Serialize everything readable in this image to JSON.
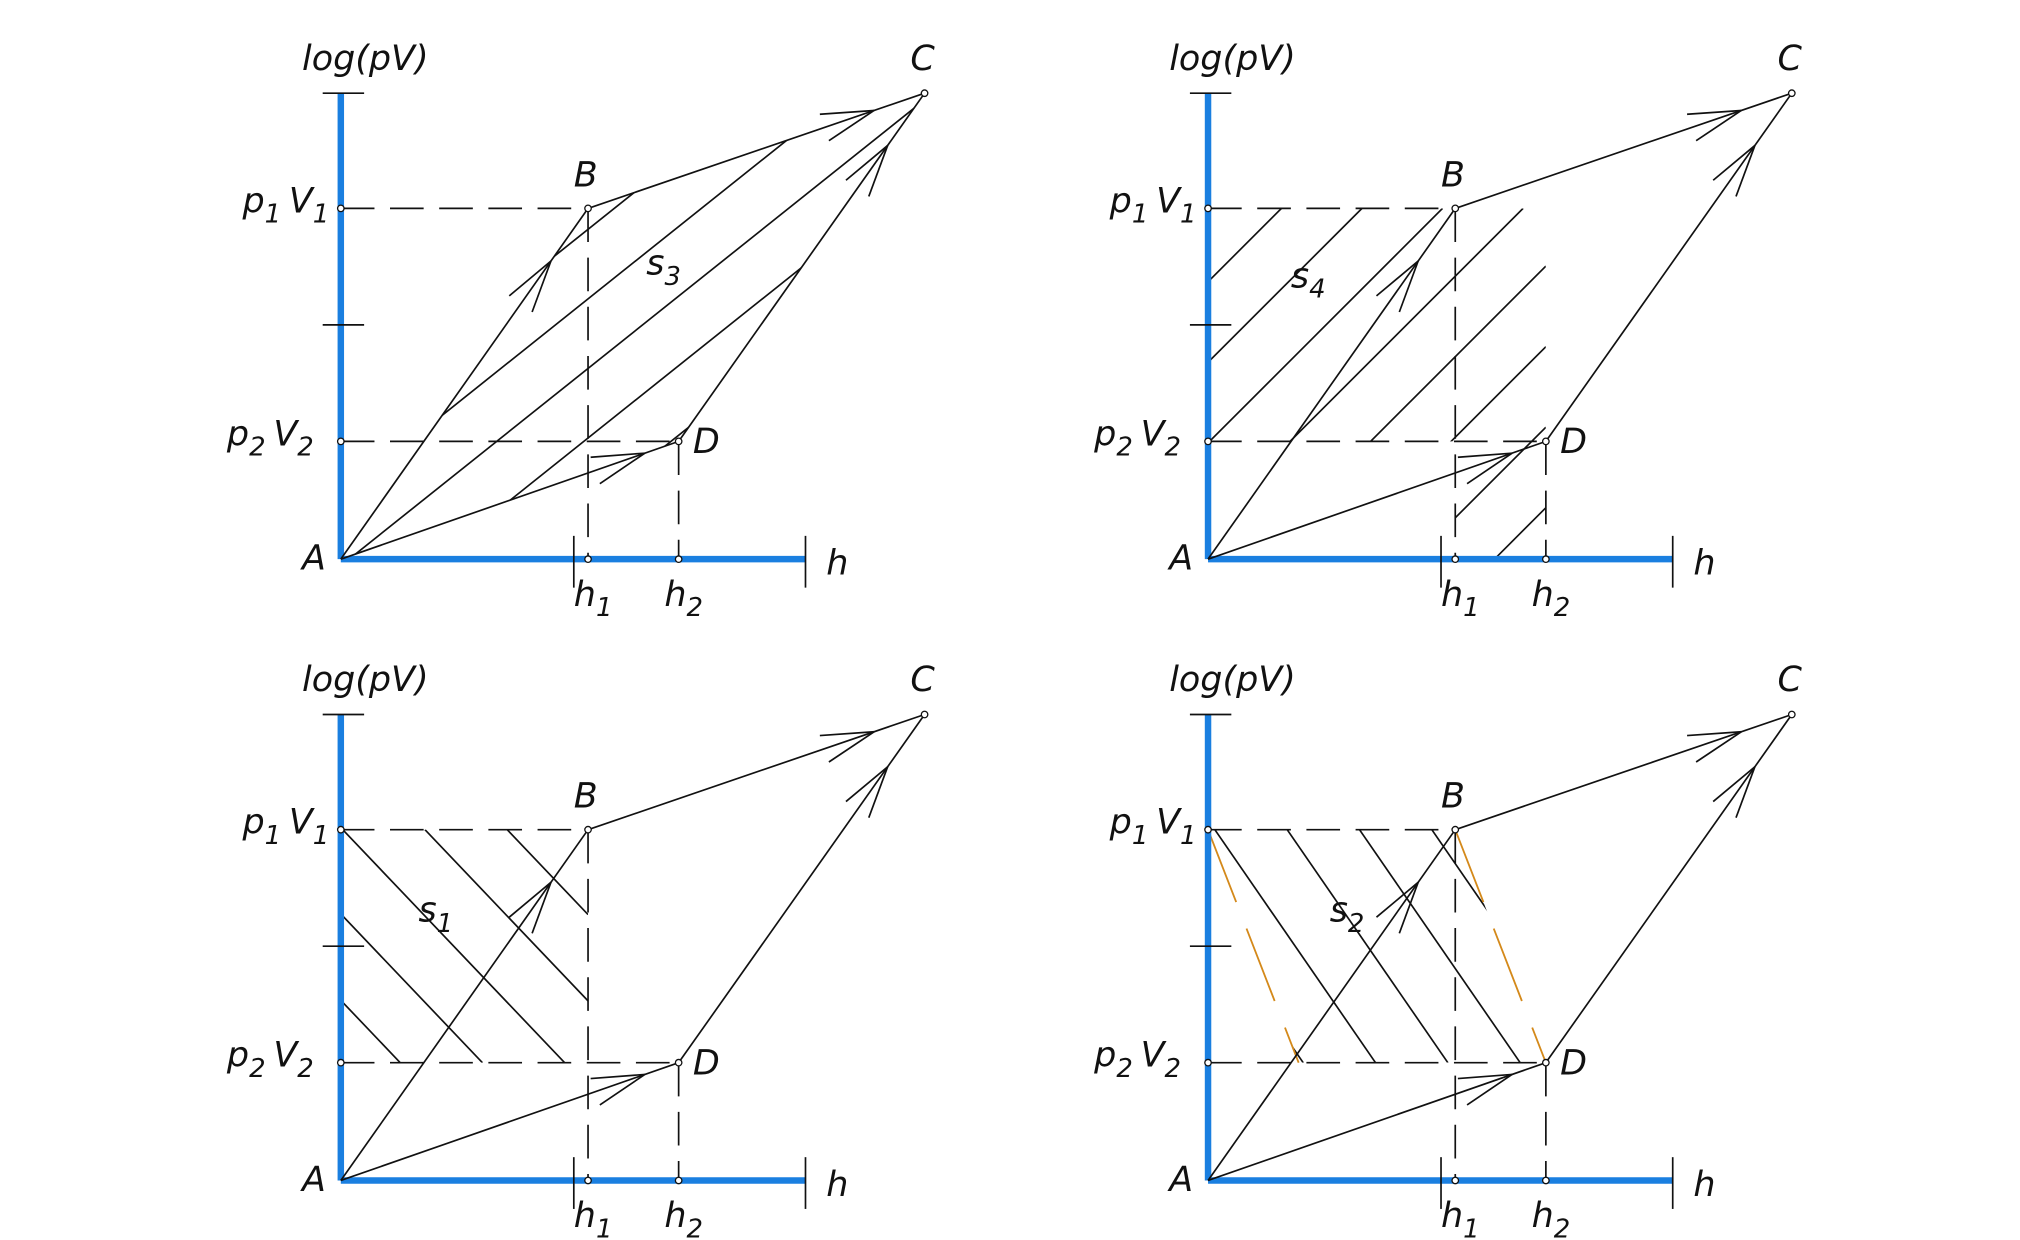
{
  "colors": {
    "axis": "#1a7fe0",
    "line": "#111111",
    "highlight": "#d4891a"
  },
  "panels": [
    {
      "id": "s3",
      "y_axis_label": "log(pV)",
      "x_axis_label": "h",
      "points": {
        "A": "A",
        "B": "B",
        "C": "C",
        "D": "D"
      },
      "p1v1": {
        "p": "p",
        "p_sub": "1",
        "v": "V",
        "v_sub": "1"
      },
      "p2v2": {
        "p": "p",
        "p_sub": "2",
        "v": "V",
        "v_sub": "2"
      },
      "h1": {
        "h": "h",
        "sub": "1"
      },
      "h2": {
        "h": "h",
        "sub": "2"
      },
      "area": {
        "s": "s",
        "sub": "3"
      }
    },
    {
      "id": "s4",
      "y_axis_label": "log(pV)",
      "x_axis_label": "h",
      "points": {
        "A": "A",
        "B": "B",
        "C": "C",
        "D": "D"
      },
      "p1v1": {
        "p": "p",
        "p_sub": "1",
        "v": "V",
        "v_sub": "1"
      },
      "p2v2": {
        "p": "p",
        "p_sub": "2",
        "v": "V",
        "v_sub": "2"
      },
      "h1": {
        "h": "h",
        "sub": "1"
      },
      "h2": {
        "h": "h",
        "sub": "2"
      },
      "area": {
        "s": "s",
        "sub": "4"
      }
    },
    {
      "id": "s1",
      "y_axis_label": "log(pV)",
      "x_axis_label": "h",
      "points": {
        "A": "A",
        "B": "B",
        "C": "C",
        "D": "D"
      },
      "p1v1": {
        "p": "p",
        "p_sub": "1",
        "v": "V",
        "v_sub": "1"
      },
      "p2v2": {
        "p": "p",
        "p_sub": "2",
        "v": "V",
        "v_sub": "2"
      },
      "h1": {
        "h": "h",
        "sub": "1"
      },
      "h2": {
        "h": "h",
        "sub": "2"
      },
      "area": {
        "s": "s",
        "sub": "1"
      }
    },
    {
      "id": "s2",
      "y_axis_label": "log(pV)",
      "x_axis_label": "h",
      "points": {
        "A": "A",
        "B": "B",
        "C": "C",
        "D": "D"
      },
      "p1v1": {
        "p": "p",
        "p_sub": "1",
        "v": "V",
        "v_sub": "1"
      },
      "p2v2": {
        "p": "p",
        "p_sub": "2",
        "v": "V",
        "v_sub": "2"
      },
      "h1": {
        "h": "h",
        "sub": "1"
      },
      "h2": {
        "h": "h",
        "sub": "2"
      },
      "area": {
        "s": "s",
        "sub": "2"
      }
    }
  ]
}
